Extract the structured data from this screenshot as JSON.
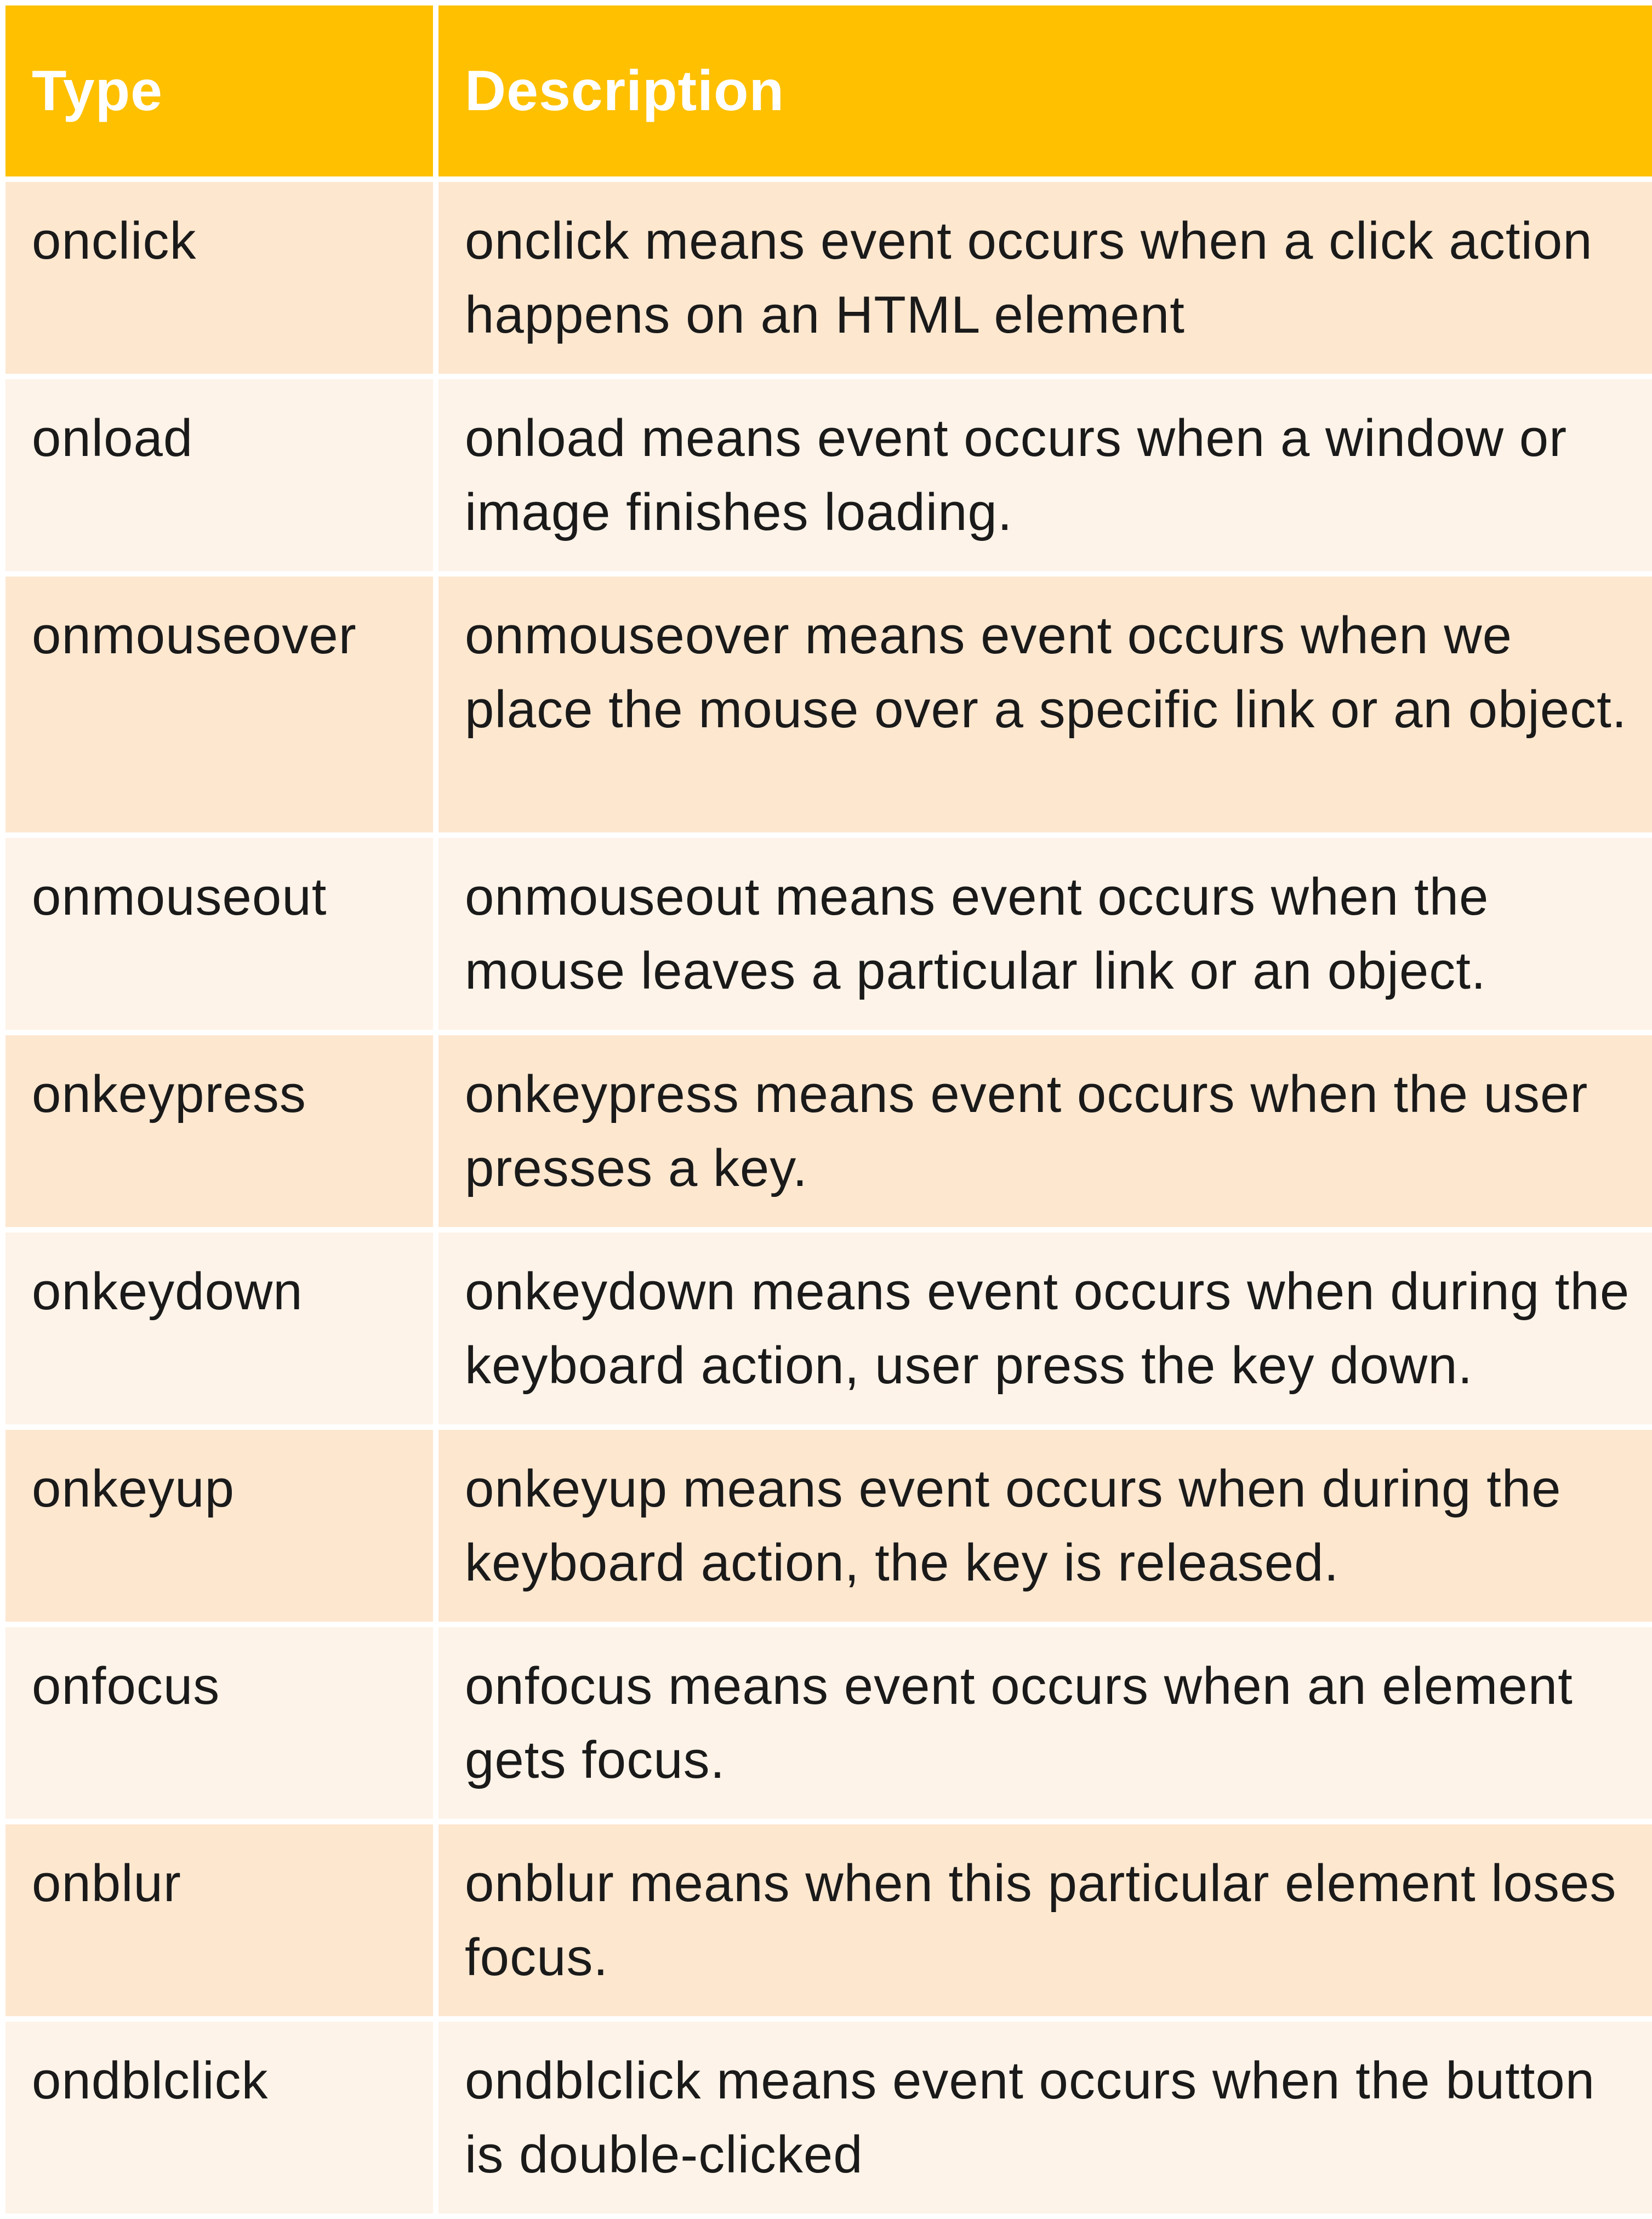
{
  "table": {
    "headers": {
      "type": "Type",
      "description": "Description"
    },
    "rows": [
      {
        "type": "onclick",
        "description": "onclick means event occurs when a click action happens on an HTML element"
      },
      {
        "type": "onload",
        "description": "onload means event occurs when a window or image finishes loading."
      },
      {
        "type": "onmouseover",
        "description": "onmouseover means event occurs when we place the mouse over a specific link or an object."
      },
      {
        "type": "onmouseout",
        "description": "onmouseout means event occurs when the mouse leaves a particular link or an object."
      },
      {
        "type": "onkeypress",
        "description": "onkeypress means event occurs when the user presses a key."
      },
      {
        "type": "onkeydown",
        "description": "onkeydown means event occurs when during the keyboard action, user press the key down."
      },
      {
        "type": "onkeyup",
        "description": "onkeyup means event occurs when during the keyboard action, the key is released."
      },
      {
        "type": "onfocus",
        "description": "onfocus means event occurs when an element gets focus."
      },
      {
        "type": "onblur",
        "description": "onblur means when this particular element loses focus."
      },
      {
        "type": "ondblclick",
        "description": "ondblclick means event occurs when the button is double-clicked"
      }
    ]
  },
  "colors": {
    "header_bg": "#FFC000",
    "row_odd_bg": "#FDE7CF",
    "row_even_bg": "#FEF3E8",
    "border": "#FFFFFF"
  }
}
